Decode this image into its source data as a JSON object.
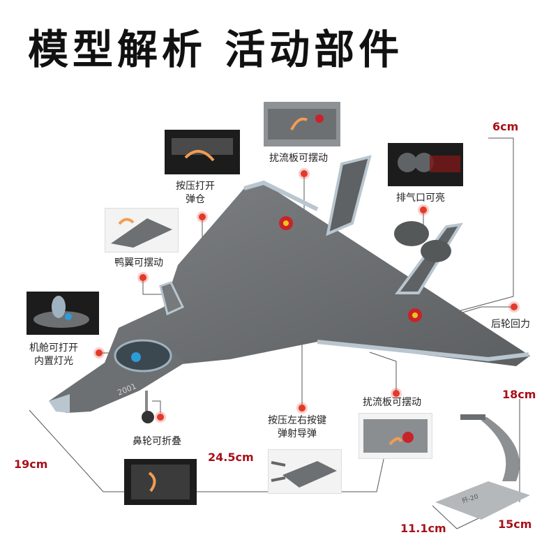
{
  "title": "模型解析 活动部件",
  "colors": {
    "dimension": "#a8101a",
    "marker": "#e23a2a",
    "jet_body": "#6e7173",
    "jet_edge": "#b9c6cf"
  },
  "callouts": {
    "bomb_bay": [
      "按压打开",
      "弹仓"
    ],
    "top_spoiler": "扰流板可摆动",
    "exhaust": "排气口可亮",
    "canard": "鸭翼可摆动",
    "canopy": [
      "机舱可打开",
      "内置灯光"
    ],
    "rear_gear": "后轮回力",
    "nose_gear": "鼻轮可折叠",
    "missile": [
      "按压左右按键",
      "弹射导弹"
    ],
    "bottom_spoiler": "扰流板可摆动"
  },
  "dimensions": {
    "height": "6cm",
    "width": "19cm",
    "length": "24.5cm",
    "stand_height": "18cm",
    "stand_width": "11.1cm",
    "stand_depth": "15cm"
  },
  "jet_markings": {
    "nose_number": "2001"
  },
  "stand_label": "歼-20"
}
